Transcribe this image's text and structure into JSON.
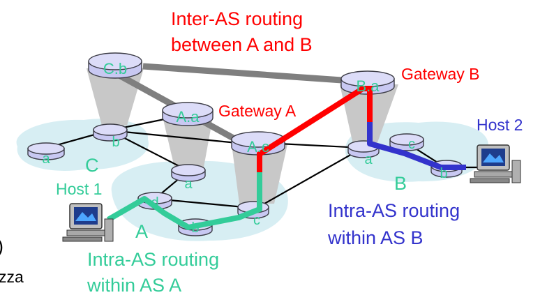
{
  "colors": {
    "inter_as": "#ff0000",
    "intra_a": "#33cc99",
    "intra_b": "#3333cc",
    "as_cloud": "#d7eef3",
    "router_fill": "#c8c8f2",
    "router_outline": "#3c3c46",
    "funnel": "#c8c8c8",
    "backbone": "#7f7f7f",
    "link": "#000000",
    "label": "#33cc99"
  },
  "titles": {
    "inter_as_line1": "Inter-AS routing",
    "inter_as_line2": "between A and B",
    "gateway_a": "Gateway A",
    "gateway_b": "Gateway B",
    "host1": "Host 1",
    "host2": "Host 2",
    "intra_a_line1": "Intra-AS routing",
    "intra_a_line2": "within AS A",
    "intra_b_line1": "Intra-AS routing",
    "intra_b_line2": "within AS B"
  },
  "as_labels": {
    "c": "C",
    "a": "A",
    "b": "B"
  },
  "routers": {
    "cb": "C.b",
    "aa": "A.a",
    "ac": "A.c",
    "ba": "B.a",
    "c_a": "a",
    "c_b": "b",
    "a_a": "a",
    "a_d": "d",
    "a_b": "b",
    "a_c": "c",
    "b_a": "a",
    "b_c": "c",
    "b_b": "b"
  },
  "fragments": {
    "left_paren": ")",
    "left_word": "zza"
  },
  "icons": {
    "host1": "computer-icon",
    "host2": "computer-icon"
  }
}
